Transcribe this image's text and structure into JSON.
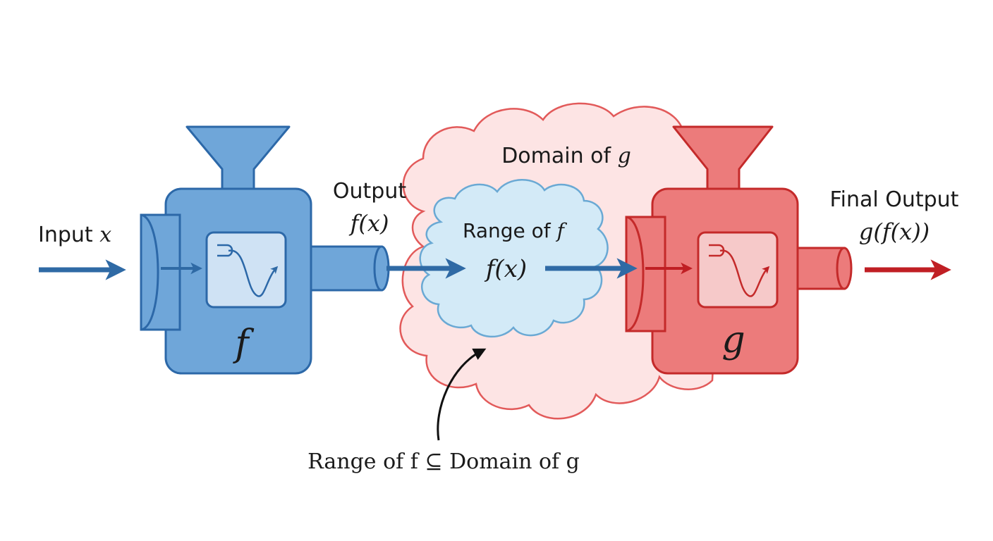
{
  "colors": {
    "blue_fill": "#6fa6d9",
    "blue_stroke": "#2c68a8",
    "blue_arrow": "#2f6aa5",
    "red_fill": "#ec7b7b",
    "red_stroke": "#c42a2a",
    "red_arrow": "#c01f24",
    "domain_cloud_fill": "#fde4e4",
    "domain_cloud_stroke": "#e25a5a",
    "range_cloud_fill": "#d3eaf7",
    "range_cloud_stroke": "#6aa9d4"
  },
  "labels": {
    "input_text": "Input ",
    "input_var": "x",
    "output_label": "Output",
    "output_expr": "f(x)",
    "domain_text": "Domain of ",
    "domain_var": "g",
    "range_text": "Range of ",
    "range_var": "f",
    "range_expr": "f(x)",
    "final_label": "Final Output",
    "final_expr": "g(f(x))",
    "machine_f_name": "f",
    "machine_g_name": "g",
    "subset_note": "Range of f ⊆ Domain of g"
  },
  "icons": {
    "machine_f": "function-machine-icon",
    "machine_g": "function-machine-icon",
    "graph_f": "curve-graph-icon",
    "graph_g": "curve-graph-icon"
  }
}
